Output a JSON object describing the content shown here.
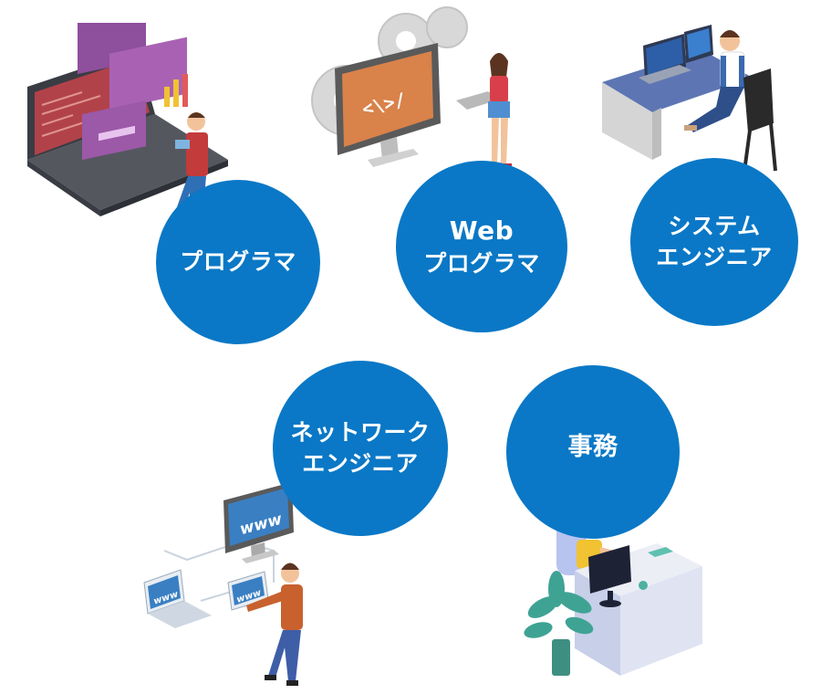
{
  "colors": {
    "circle_blue": "#0a78c6",
    "laptop_dark": "#3a3c44",
    "purple_panel": "#9b59a8",
    "monitor_orange": "#d9824a",
    "gear_gray": "#d8d8d8",
    "desk_blue": "#4f6fa8",
    "screen_blue": "#3a7fc2"
  },
  "roles": [
    {
      "id": "programmer",
      "lines": [
        "プログラマ"
      ]
    },
    {
      "id": "web-programmer",
      "lines": [
        "Web",
        "プログラマ"
      ]
    },
    {
      "id": "system-engineer",
      "lines": [
        "システム",
        "エンジニア"
      ]
    },
    {
      "id": "network-engineer",
      "lines": [
        "ネットワーク",
        "エンジニア"
      ]
    },
    {
      "id": "office-work",
      "lines": [
        "事務"
      ]
    }
  ],
  "illustrations": {
    "web_monitor_code": "<\\>/",
    "network_screen_text": "www",
    "network_laptop_text": "www",
    "network_tablet_text": "www"
  }
}
